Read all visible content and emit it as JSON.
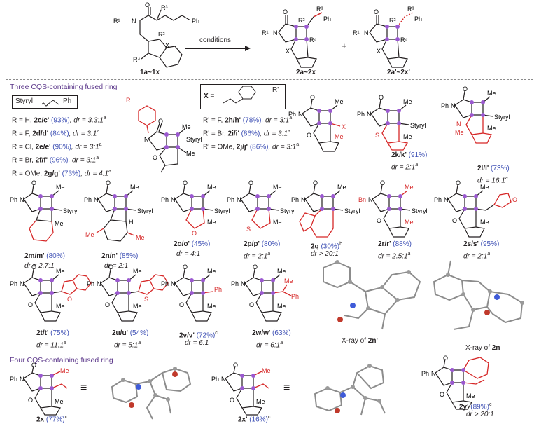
{
  "scheme": {
    "reactant_label": "1a~1x",
    "arrow_label": "conditions",
    "product1_label": "2a~2x",
    "plus": "+",
    "product2_label": "2a'~2x'",
    "reactant_atoms": {
      "r1": "R¹",
      "n": "N",
      "r3": "R³",
      "ph": "Ph",
      "r2": "R²",
      "x": "X",
      "r4": "R⁴",
      "o": "O"
    },
    "product_atoms": {
      "r1": "R¹",
      "n": "N",
      "r2": "R²",
      "r3": "R³",
      "r4": "R⁴",
      "ph": "Ph",
      "x": "X",
      "o": "O"
    }
  },
  "section1": {
    "title_pre": "Three CQS-",
    "title_post": "containing fused ring",
    "styryl_box_label": "Styryl",
    "styryl_box_ph": "Ph",
    "r_list": [
      {
        "r": "R = H, ",
        "id": "2c/c'",
        "yield": " (93%)",
        "dr": ", dr = 3.3:1",
        "sup": "a"
      },
      {
        "r": "R = F, ",
        "id": "2d/d'",
        "yield": " (84%)",
        "dr": ", dr = 3:1",
        "sup": "a"
      },
      {
        "r": "R = Cl, ",
        "id": "2e/e'",
        "yield": " (90%)",
        "dr": ", dr = 3:1",
        "sup": "a"
      },
      {
        "r": "R = Br, ",
        "id": "2f/f'",
        "yield": " (96%)",
        "dr": ", dr = 3:1",
        "sup": "a"
      },
      {
        "r": "R = OMe, ",
        "id": "2g/g'",
        "yield": " (73%)",
        "dr": ", dr = 4:1",
        "sup": "a"
      }
    ],
    "x_box_label": "X =",
    "x_box_r": "R'",
    "rp_list": [
      {
        "r": "R' = F, ",
        "id": "2h/h'",
        "yield": " (78%)",
        "dr": ", dr = 3:1",
        "sup": "a"
      },
      {
        "r": "R' = Br, ",
        "id": "2i/i'",
        "yield": " (86%)",
        "dr": ", dr = 3:1",
        "sup": "a"
      },
      {
        "r": "R' = OMe, ",
        "id": "2j/j'",
        "yield": " (86%)",
        "dr": ", dr = 3:1",
        "sup": "a"
      }
    ],
    "row1_entries": [
      {
        "id": "2k/k'",
        "yield": " (91%)",
        "dr": "dr = 2:1",
        "sup": "a"
      },
      {
        "id": "2l/l'",
        "yield": " (73%)",
        "dr": "dr = 16:1",
        "sup": "a"
      }
    ],
    "row2_entries": [
      {
        "id": "2m/m'",
        "yield": " (80%)",
        "dr": "dr = 2.7:1",
        "sup": ""
      },
      {
        "id": "2n/n'",
        "yield": " (85%)",
        "dr": "dr = 2:1",
        "sup": ""
      },
      {
        "id": "2o/o'",
        "yield": " (45%)",
        "dr": "dr = 4:1",
        "sup": ""
      },
      {
        "id": "2p/p'",
        "yield": " (80%)",
        "dr": "dr = 2:1",
        "sup": "a"
      },
      {
        "id": "2q",
        "yield": " (30%)",
        "ysup": "b",
        "dr": "dr > 20:1",
        "sup": ""
      },
      {
        "id": "2r/r'",
        "yield": " (88%)",
        "dr": "dr = 2.5:1",
        "sup": "a"
      },
      {
        "id": "2s/s'",
        "yield": " (95%)",
        "dr": "dr = 2:1",
        "sup": "a"
      }
    ],
    "row3_entries": [
      {
        "id": "2t/t'",
        "yield": " (75%)",
        "dr": "dr = 11:1",
        "sup": "a"
      },
      {
        "id": "2u/u'",
        "yield": " (54%)",
        "dr": "dr = 5:1",
        "sup": "a"
      },
      {
        "id": "2v/v'",
        "yield": " (72%)",
        "ysup": "c",
        "dr": "dr = 6:1",
        "sup": ""
      },
      {
        "id": "2w/w'",
        "yield": " (63%)",
        "dr": "dr = 6:1",
        "sup": "a"
      }
    ],
    "xray1_pre": "X-ray of ",
    "xray1_id": "2n'",
    "xray2_pre": "X-ray of ",
    "xray2_id": "2n",
    "labels": {
      "ph": "Ph",
      "n": "N",
      "o": "O",
      "me": "Me",
      "styryl": "Styryl",
      "h": "H",
      "s": "S",
      "x": "X",
      "bn": "Bn",
      "r": "R"
    }
  },
  "section2": {
    "title_pre": "Four CQS-",
    "title_post": "containing fused ring",
    "entries": [
      {
        "id": "2x",
        "yield": " (77%)",
        "ysup": "c"
      },
      {
        "id": "2x'",
        "yield": " (16%)",
        "ysup": "c"
      },
      {
        "id": "2y'",
        "yield": " (89%)",
        "ysup": "c",
        "dr": "dr > 20:1"
      }
    ],
    "equiv": "≡"
  },
  "colors": {
    "accent_red": "#d62828",
    "purple": "#6b3fa0",
    "blue_yield": "#3f51b5",
    "atom_purple": "#9b59d0"
  }
}
